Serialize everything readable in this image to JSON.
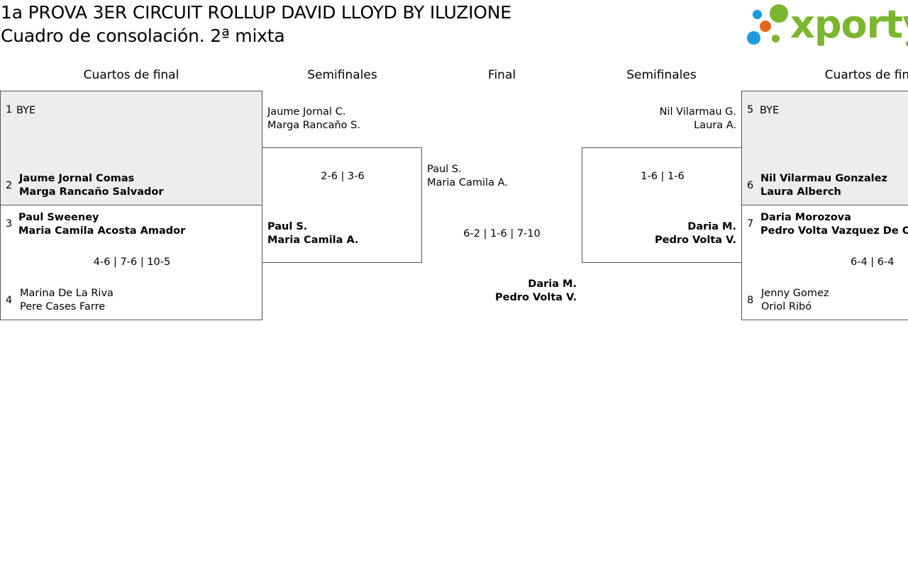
{
  "header": {
    "title": "1a PROVA 3ER CIRCUIT ROLLUP DAVID LLOYD BY ILUZIONE",
    "subtitle": "Cuadro de consolación. 2ª mixta",
    "logo_text": "xporty",
    "logo_colors": {
      "green": "#7ab62e",
      "blue": "#1a9be0",
      "orange": "#e8651a"
    }
  },
  "rounds": {
    "qf_left": "Cuartos de final",
    "sf_left": "Semifinales",
    "final": "Final",
    "sf_right": "Semifinales",
    "qf_right": "Cuartos de final"
  },
  "qf_left": {
    "m1": {
      "seed1": "1",
      "p1": "BYE",
      "seed2": "2",
      "p2_a": "Jaume Jornal Comas",
      "p2_b": "Marga Rancaño Salvador"
    },
    "m2": {
      "seed1": "3",
      "p1_a": "Paul Sweeney",
      "p1_b": "Maria Camila Acosta Amador",
      "score": "4-6 | 7-6 | 10-5",
      "seed2": "4",
      "p2_a": "Marina De La Riva",
      "p2_b": "Pere Cases Farre"
    }
  },
  "sf_left": {
    "p1_a": "Jaume Jornal C.",
    "p1_b": "Marga Rancaño S.",
    "score": "2-6 | 3-6",
    "p2_a": "Paul S.",
    "p2_b": "Maria Camila A."
  },
  "final": {
    "p1_a": "Paul S.",
    "p1_b": "Maria Camila A.",
    "score": "6-2 | 1-6 | 7-10",
    "p2_a": "Daria M.",
    "p2_b": "Pedro Volta V."
  },
  "sf_right": {
    "p1_a": "Nil Vilarmau G.",
    "p1_b": "Laura A.",
    "score": "1-6 | 1-6",
    "p2_a": "Daria M.",
    "p2_b": "Pedro Volta V."
  },
  "qf_right": {
    "m1": {
      "seed1": "5",
      "p1": "BYE",
      "seed2": "6",
      "p2_a": "Nil Vilarmau Gonzalez",
      "p2_b": "Laura Alberch"
    },
    "m2": {
      "seed1": "7",
      "p1_a": "Daria Morozova",
      "p1_b": "Pedro Volta Vazquez De Castro",
      "score": "6-4 | 6-4",
      "seed2": "8",
      "p2_a": "Jenny Gomez",
      "p2_b": "Oriol Ribó"
    }
  }
}
